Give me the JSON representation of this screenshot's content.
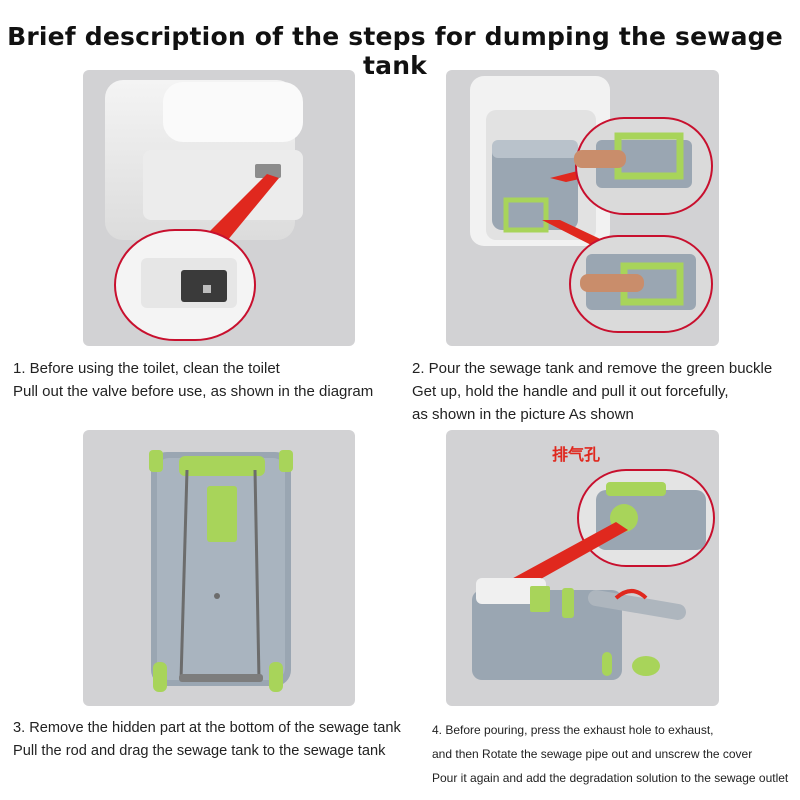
{
  "title": "Brief description of the steps for dumping the sewage tank",
  "steps": [
    {
      "lines": [
        "1. Before using the toilet, clean the toilet",
        "Pull out the valve before use, as shown in the diagram"
      ]
    },
    {
      "lines": [
        "2. Pour the sewage tank and remove the green buckle",
        "Get up, hold the handle and pull it out forcefully,",
        "as shown in the picture As shown"
      ]
    },
    {
      "lines": [
        "3. Remove the hidden part at the bottom of the sewage tank",
        "Pull the rod and drag the sewage tank to the sewage tank"
      ]
    },
    {
      "lines": [
        "4. Before pouring, press the exhaust hole to exhaust,",
        "and then Rotate the sewage pipe out and unscrew the cover",
        "Pour it again and add the degradation solution to the sewage outlet"
      ]
    }
  ],
  "vent_label": "排气孔",
  "colors": {
    "accent_green": "#a8d45a",
    "tank_gray": "#9aa6b2",
    "arrow_red": "#e0281e",
    "panel_bg": "#d2d2d4"
  }
}
